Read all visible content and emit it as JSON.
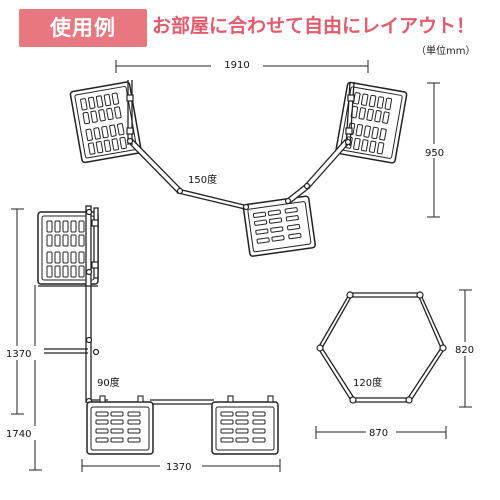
{
  "header": {
    "badge_label": "使用例",
    "headline": "お部屋に合わせて自由にレイアウト！",
    "unit_note": "（単位mm）"
  },
  "layout_v": {
    "width": "1910",
    "height": "950",
    "angle": "150度"
  },
  "layout_l": {
    "height_inner": "1370",
    "height_outer": "1740",
    "width": "1370",
    "angle": "90度"
  },
  "layout_hex": {
    "width": "870",
    "height": "820",
    "angle": "120度"
  },
  "colors": {
    "badge": "#e8777f",
    "headline": "#e25a6b",
    "line": "#222222",
    "panel_fill": "#ffffff",
    "slot_fill": "#ffffff"
  }
}
